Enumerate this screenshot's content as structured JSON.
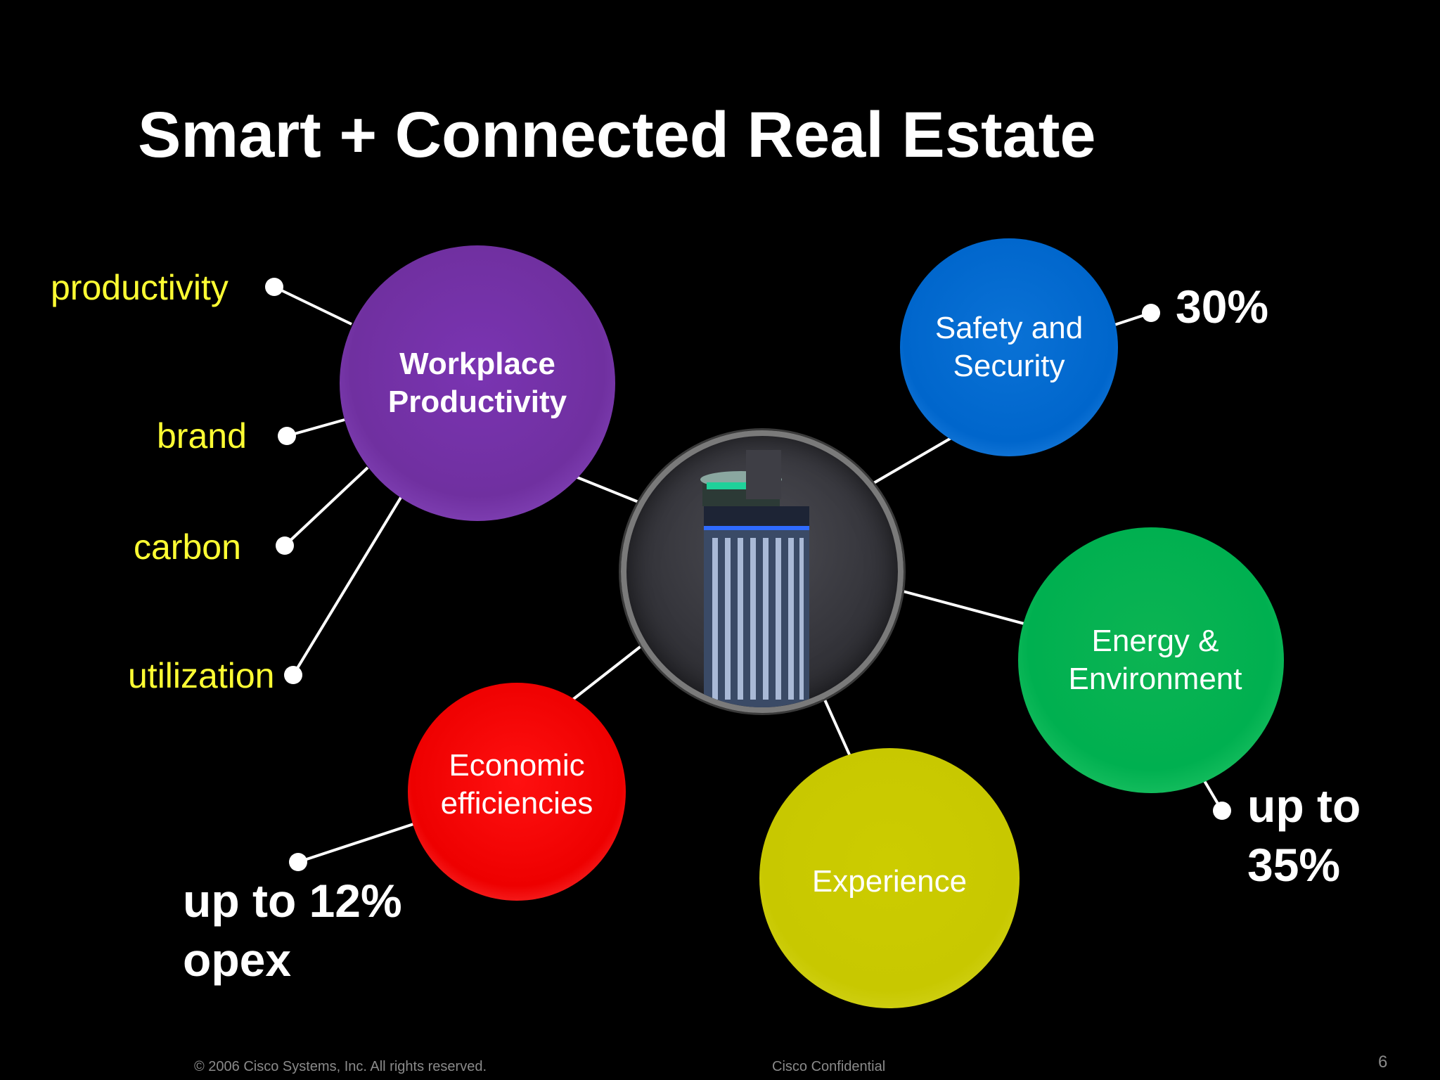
{
  "title": "Smart + Connected Real Estate",
  "bubbles": {
    "workplace": "Workplace\nProductivity",
    "safety": "Safety and\nSecurity",
    "energy": "Energy &\nEnvironment",
    "economic": "Economic\nefficiencies",
    "experience": "Experience"
  },
  "benefits": [
    "productivity",
    "brand",
    "carbon",
    "utilization"
  ],
  "stats": {
    "safety": "30%",
    "energy": "up to\n35%",
    "economic": "up to 12%\nopex"
  },
  "footer": {
    "copyright": "© 2006 Cisco Systems, Inc. All rights reserved.",
    "confidential": "Cisco Confidential",
    "page": "6"
  },
  "colors": {
    "workplace": "#7030a0",
    "safety": "#0066cc",
    "energy": "#00b050",
    "economic": "#ee0000",
    "experience": "#c8c800",
    "benefit_label": "#ffff33"
  },
  "center_image": "building-tower-icon"
}
